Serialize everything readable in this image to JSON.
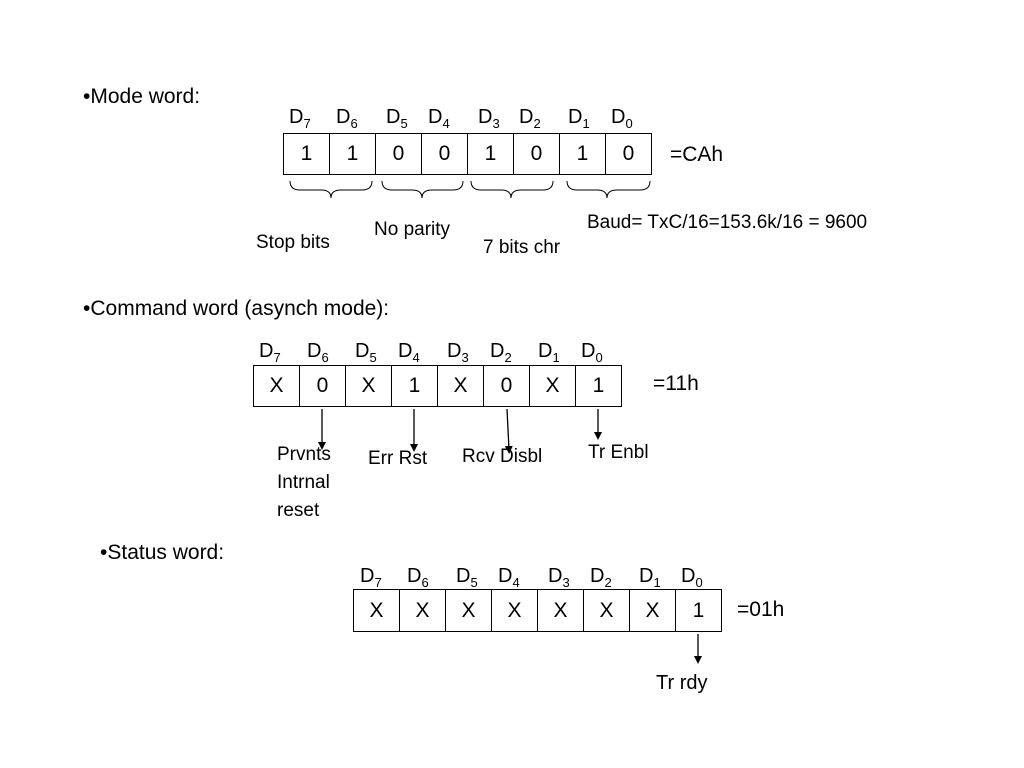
{
  "mode": {
    "heading": "•Mode word:",
    "bit_headers": [
      {
        "base": "D",
        "sub": "7"
      },
      {
        "base": "D",
        "sub": "6"
      },
      {
        "base": "D",
        "sub": "5"
      },
      {
        "base": "D",
        "sub": "4"
      },
      {
        "base": "D",
        "sub": "3"
      },
      {
        "base": "D",
        "sub": "2"
      },
      {
        "base": "D",
        "sub": "1"
      },
      {
        "base": "D",
        "sub": "0"
      }
    ],
    "bits": [
      "1",
      "1",
      "0",
      "0",
      "1",
      "0",
      "1",
      "0"
    ],
    "result": "=CAh",
    "stop_bits": "Stop bits",
    "no_parity": "No parity",
    "chr_bits": "7 bits chr",
    "baud": "Baud= TxC/16=153.6k/16 = 9600"
  },
  "command": {
    "heading": "•Command word (asynch mode):",
    "bit_headers": [
      {
        "base": "D",
        "sub": "7"
      },
      {
        "base": "D",
        "sub": "6"
      },
      {
        "base": "D",
        "sub": "5"
      },
      {
        "base": "D",
        "sub": "4"
      },
      {
        "base": "D",
        "sub": "3"
      },
      {
        "base": "D",
        "sub": "2"
      },
      {
        "base": "D",
        "sub": "1"
      },
      {
        "base": "D",
        "sub": "0"
      }
    ],
    "bits": [
      "X",
      "0",
      "X",
      "1",
      "X",
      "0",
      "X",
      "1"
    ],
    "result": "=11h",
    "prvnts_line1": "Prvnts",
    "prvnts_line2": "Intrnal",
    "prvnts_line3": "reset",
    "err_rst": "Err Rst",
    "rcv_disbl": "Rcv Disbl",
    "tr_enbl": "Tr Enbl"
  },
  "status": {
    "heading": "•Status word:",
    "bit_headers": [
      {
        "base": "D",
        "sub": "7"
      },
      {
        "base": "D",
        "sub": "6"
      },
      {
        "base": "D",
        "sub": "5"
      },
      {
        "base": "D",
        "sub": "4"
      },
      {
        "base": "D",
        "sub": "3"
      },
      {
        "base": "D",
        "sub": "2"
      },
      {
        "base": "D",
        "sub": "1"
      },
      {
        "base": "D",
        "sub": "0"
      }
    ],
    "bits": [
      "X",
      "X",
      "X",
      "X",
      "X",
      "X",
      "X",
      "1"
    ],
    "result": "=01h",
    "tr_rdy": "Tr rdy"
  }
}
